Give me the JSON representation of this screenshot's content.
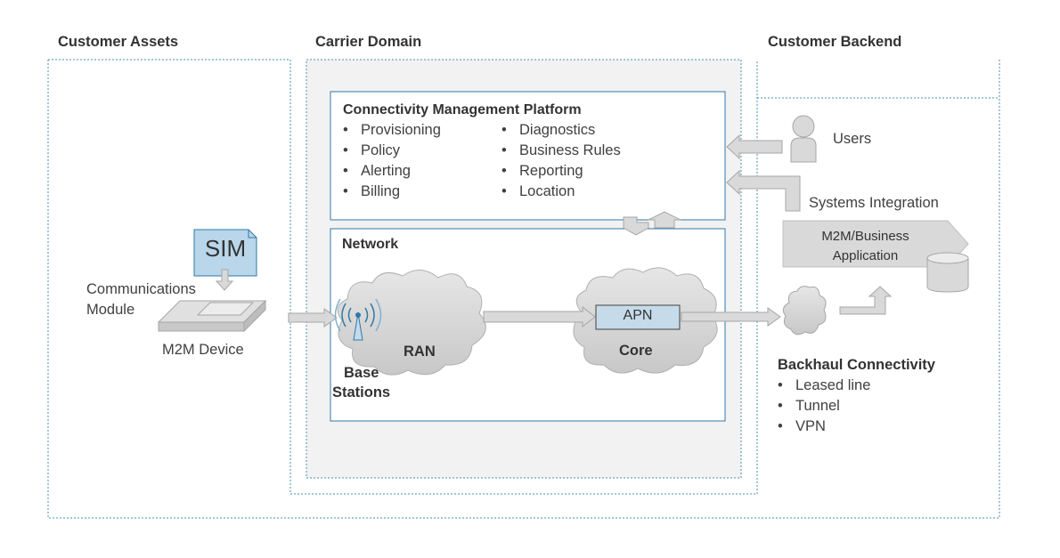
{
  "sections": {
    "customer_assets": "Customer Assets",
    "carrier_domain": "Carrier Domain",
    "customer_backend": "Customer Backend"
  },
  "cmp": {
    "title": "Connectivity Management Platform",
    "left_items": [
      "Provisioning",
      "Policy",
      "Alerting",
      "Billing"
    ],
    "right_items": [
      "Diagnostics",
      "Business Rules",
      "Reporting",
      "Location"
    ]
  },
  "network": {
    "title": "Network",
    "ran": "RAN",
    "core": "Core",
    "apn": "APN",
    "base_stations_1": "Base",
    "base_stations_2": "Stations"
  },
  "device": {
    "sim": "SIM",
    "module_1": "Communications",
    "module_2": "Module",
    "m2m_device": "M2M Device"
  },
  "backend": {
    "users": "Users",
    "systems_integration": "Systems Integration",
    "app_1": "M2M/Business",
    "app_2": "Application"
  },
  "backhaul": {
    "title": "Backhaul Connectivity",
    "items": [
      "Leased line",
      "Tunnel",
      "VPN"
    ]
  },
  "colors": {
    "dotted_border": "#4a8fb5",
    "box_border": "#2f78a8",
    "carrier_fill": "#f2f2f2",
    "shape_fill": "#d9d9d9",
    "shape_stroke": "#a6a6a6",
    "apn_fill": "#c5dbea",
    "sim_fill": "#b9d6ea"
  }
}
